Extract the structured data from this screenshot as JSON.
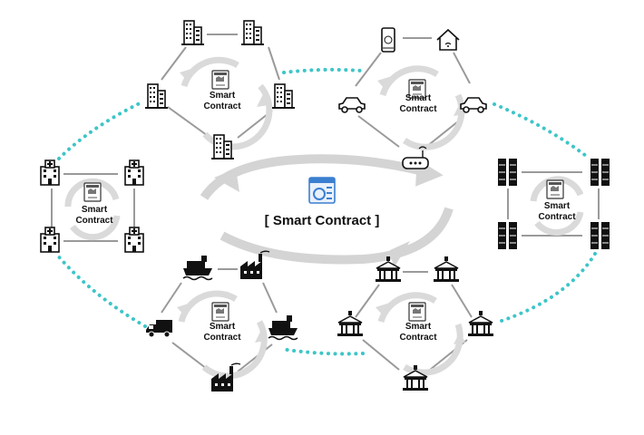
{
  "center": {
    "label": "[ Smart Contract ]"
  },
  "clusters": [
    {
      "id": "office-buildings",
      "line1": "Smart",
      "line2": "Contract",
      "nodes": [
        "building-icon",
        "building-icon",
        "building-icon",
        "building-icon",
        "building-icon"
      ]
    },
    {
      "id": "smart-home",
      "line1": "Smart",
      "line2": "Contract",
      "nodes": [
        "smartphone-icon",
        "smart-home-icon",
        "electric-car-icon",
        "connected-car-icon",
        "router-icon"
      ]
    },
    {
      "id": "hospitals",
      "line1": "Smart",
      "line2": "Contract",
      "nodes": [
        "hospital-icon",
        "hospital-icon",
        "hospital-icon",
        "hospital-icon"
      ]
    },
    {
      "id": "servers",
      "line1": "Smart",
      "line2": "Contract",
      "nodes": [
        "server-icon",
        "server-icon",
        "server-icon",
        "server-icon"
      ]
    },
    {
      "id": "logistics",
      "line1": "Smart",
      "line2": "Contract",
      "nodes": [
        "cargo-ship-icon",
        "factory-icon",
        "delivery-truck-icon",
        "cargo-ship-icon",
        "factory-icon"
      ]
    },
    {
      "id": "government",
      "line1": "Smart",
      "line2": "Contract",
      "nodes": [
        "government-building-icon",
        "government-building-icon",
        "government-building-icon",
        "government-building-icon",
        "government-building-icon"
      ]
    }
  ],
  "colors": {
    "link": "#3ec5c8",
    "edge": "#9a9a9a",
    "ring": "#dadada",
    "accent": "#3b7fd0"
  }
}
